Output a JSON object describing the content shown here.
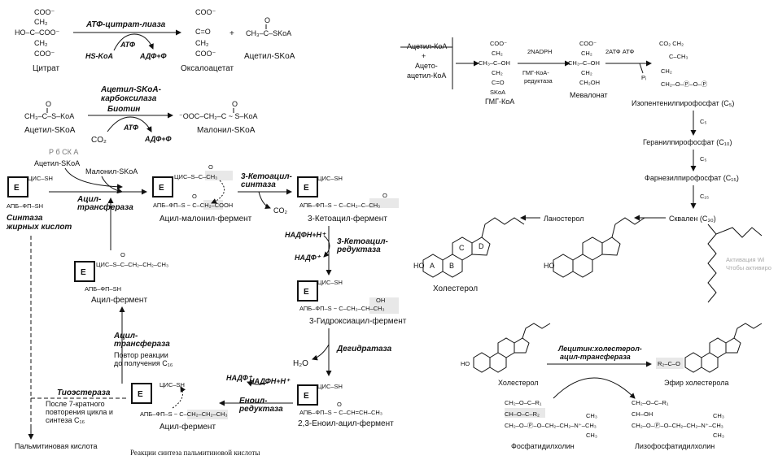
{
  "citrate": {
    "formula": [
      "COO⁻",
      "CH₂",
      "HO–C–COO⁻",
      "CH₂",
      "COO⁻"
    ],
    "name": "Цитрат",
    "enzyme": "АТФ-цитрат-лиаза",
    "cofactors": [
      "HS-KoA",
      "АТФ",
      "АДФ+Ф"
    ],
    "oxaloacetate_formula": [
      "COO⁻",
      "C=O",
      "CH₂",
      "COO⁻"
    ],
    "oxaloacetate_name": "Оксалоацетат",
    "plus": "+",
    "acetyl_formula": "CH₃–C–SKoA",
    "acetyl_name": "Ацетил-SKoA"
  },
  "malonyl": {
    "acetyl_formula": "CH₃–C–S–KoA",
    "acetyl_name": "Ацетил-SKoA",
    "enzyme_lines": [
      "Ацетил-SKoA-",
      "карбоксилаза"
    ],
    "biotin": "Биотин",
    "co2": "CO₂",
    "atp": "АТФ",
    "adp": "АДФ+Ф",
    "product_formula": "⁻OOC–CH₂–C ~ S–KoA",
    "product_name": "Малонил-SKoA",
    "caption_fragment": "Р          б               СК А"
  },
  "fas": {
    "e": "E",
    "cys_sh": "ЦИС–SH",
    "apb_sh": "АПБ–ФП–SH",
    "acetyl_in": "Ацетил-SKoA",
    "malonyl_in": "Малонил-SKoA",
    "acyltransferase": [
      "Ацил-",
      "трансфераза"
    ],
    "synthase": [
      "Синтаза",
      "жирных кислот"
    ],
    "acyl_malonyl": "Ацил-малонил-фермент",
    "ketoacyl_synthase": [
      "3-Кетоацил-",
      "синтаза"
    ],
    "co2": "CO₂",
    "ketoacyl": "3-Кетоацил-фермент",
    "nadph": "НАДФН+Н⁺",
    "nadp": "НАДФ⁺",
    "ketoacyl_reductase": [
      "3-Кетоацил-",
      "редуктаза"
    ],
    "hydroxyacyl": "3-Гидроксиацил-фермент",
    "h2o": "H₂O",
    "dehydratase": "Дегидратаза",
    "enoyl_reductase": [
      "Еноил-",
      "редуктаза"
    ],
    "enoyl": "2,3-Еноил-ацил-фермент",
    "acyl_enzyme": "Ацил-фермент",
    "acyl_enzyme2": "Ацил-фермент",
    "acyl_chain": "ЦИС–S–C–CH₂–CH₂–CH₃",
    "repeat": [
      "Ацил-",
      "трансфераза",
      "Повтор реакции",
      "до получения C₁₆"
    ],
    "thioesterase": "Тиоэстераза",
    "after": [
      "После 7-кратного",
      "повторения цикла и",
      "синтеза C₁₆"
    ],
    "palmitic": "Пальмитиновая кислота",
    "caption": "Реакции синтеза пальмитиновой кислоты",
    "malonyl_chain": "АПБ–ФП–S ~ C–CH₂–COOH",
    "keto_chain": "АПБ–ФП–S ~ C–CH₂–C–CH₃",
    "hydroxy_chain": "АПБ–ФП–S ~ C–CH₂–CH–CH₃",
    "enoyl_chain": "АПБ–ФП–S ~ C–CH=CH–CH₃",
    "acyl_bottom_chain": "АПБ–ФП–S ~ C–CH₂–CH₂–CH₃",
    "cys_s_ch3": "ЦИС–S–C–CH₃",
    "oh": "OH"
  },
  "mevalonate": {
    "inputs": [
      "Ацетил-КоА",
      "+",
      "Ацето-",
      "ацетил-КоА"
    ],
    "hmg_formula": [
      "COO⁻",
      "CH₂",
      "CH₃–C–OH",
      "CH₂",
      "C=O",
      "SKoA"
    ],
    "hmg_name": "ГМГ-КоА",
    "nadph": "2NADPH",
    "reductase": [
      "ГМГ-КоА-",
      "редуктаза"
    ],
    "mev_formula": [
      "COO⁻",
      "CH₂",
      "CH₃–C–OH",
      "CH₂",
      "CH₂OH"
    ],
    "mev_name": "Мевалонат",
    "atp": "2АТФ   АТФ",
    "ipp_formula": [
      "CO₂ CH₂",
      "C–CH₃",
      "CH₂",
      "CH₂–O–Ⓟ–O–Ⓟ"
    ],
    "pi": "Pᵢ",
    "ipp": "Изопентенилпирофосфат (C₅)",
    "c5a": "C₅",
    "gpp": "Геранилпирофосфат (C₁₀)",
    "c5b": "C₅",
    "fpp": "Фарнезилпирофосфат (C₁₅)",
    "c15": "C₁₅",
    "squalene": "Сквален (C₃₀)",
    "lanosterol": "Ланостерол",
    "cholesterol": "Холестерол",
    "rings": [
      "A",
      "B",
      "C",
      "D"
    ],
    "ho": "HO",
    "watermark": [
      "Активация Wi",
      "Чтобы активиро"
    ]
  },
  "lcat": {
    "enzyme": [
      "Лецитин:холестерол-",
      "ацил-трансфераза"
    ],
    "cholesterol": "Холестерол",
    "ester": "Эфир холестерола",
    "ester_group": "R₂–C–O",
    "ho": "HO",
    "pc_name": "Фосфатидилхолин",
    "lpc_name": "Лизофосфатидилхолин",
    "pc_lines": [
      "CH₂–O–C–R₁",
      "CH–O–C–R₂",
      "CH₂–O–Ⓟ–O–CH₂–CH₂–N⁺–CH₃"
    ],
    "lpc_lines": [
      "CH₂–O–C–R₁",
      "CH–OH",
      "CH₂–O–Ⓟ–O–CH₂–CH₂–N⁺–CH₃"
    ],
    "ch3": "CH₃"
  }
}
